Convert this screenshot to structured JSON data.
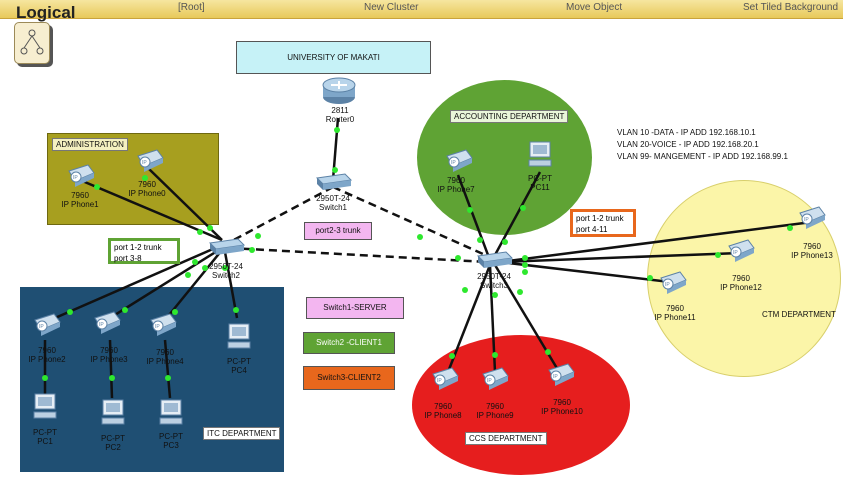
{
  "toolbar": {
    "mode": "Logical",
    "root": "[Root]",
    "new_cluster": "New Cluster",
    "move_object": "Move Object",
    "set_background": "Set Tiled Background"
  },
  "title_box": "UNIVERSITY OF MAKATI",
  "vlan_notes": [
    "VLAN 10 -DATA - IP ADD 192.168.10.1",
    "VLAN 20-VOICE - IP ADD 192.168.20.1",
    "VLAN 99- MANGEMENT - IP ADD 192.168.99.1"
  ],
  "areas": {
    "administration": "ADMINISTRATION",
    "accounting": "ACCOUNTING DEPARTMENT",
    "itc": "ITC DEPARTMENT",
    "ccs": "CCS DEPARTMENT",
    "ctm": "CTM DEPARTMENT"
  },
  "port_notes": {
    "switch1": "port2-3 trunk",
    "switch2": [
      "port 1-2 trunk",
      "port 3-8"
    ],
    "switch3": [
      "port 1-2 trunk",
      "port 4-11"
    ]
  },
  "legend": {
    "switch1": "Switch1-SERVER",
    "switch2": "Switch2 -CLIENT1",
    "switch3": "Switch3-CLIENT2"
  },
  "devices": {
    "router": {
      "model": "2811",
      "name": "Router0"
    },
    "switch1": {
      "model": "2950T-24",
      "name": "Switch1"
    },
    "switch2": {
      "model": "2950T-24",
      "name": "Switch2"
    },
    "switch3": {
      "model": "2950T-24",
      "name": "Switch3"
    },
    "admin_phone1": {
      "model": "7960",
      "name": "IP Phone1"
    },
    "admin_phone0": {
      "model": "7960",
      "name": "IP Phone0"
    },
    "acct_phone": {
      "model": "7960",
      "name": "IP Phone7"
    },
    "acct_pc": {
      "model": "PC-PT",
      "name": "PC11"
    },
    "ctm_phone11": {
      "model": "7960",
      "name": "IP Phone11"
    },
    "ctm_phone12": {
      "model": "7960",
      "name": "IP Phone12"
    },
    "ctm_phone13": {
      "model": "7960",
      "name": "IP Phone13"
    },
    "itc_phone1": {
      "model": "7960",
      "name": "IP Phone2"
    },
    "itc_phone2": {
      "model": "7960",
      "name": "IP Phone3"
    },
    "itc_phone3": {
      "model": "7960",
      "name": "IP Phone4"
    },
    "itc_pc_top": {
      "model": "PC-PT",
      "name": "PC4"
    },
    "itc_pc1": {
      "model": "PC-PT",
      "name": "PC1"
    },
    "itc_pc2": {
      "model": "PC-PT",
      "name": "PC2"
    },
    "itc_pc3": {
      "model": "PC-PT",
      "name": "PC3"
    },
    "ccs_phone1": {
      "model": "7960",
      "name": "IP Phone8"
    },
    "ccs_phone2": {
      "model": "7960",
      "name": "IP Phone9"
    },
    "ccs_phone3": {
      "model": "7960",
      "name": "IP Phone10"
    }
  },
  "colors": {
    "toolbar": "#e8c95a",
    "admin": "#a79f1f",
    "accounting": "#5fa334",
    "itc": "#1f4f73",
    "ccs": "#e61e1e",
    "ctm": "#fbf5a8",
    "title_box": "#c6f2f7",
    "switch1_tag": "#f3b6f0",
    "switch2_tag": "#5fa334",
    "switch3_tag": "#e8671c"
  }
}
